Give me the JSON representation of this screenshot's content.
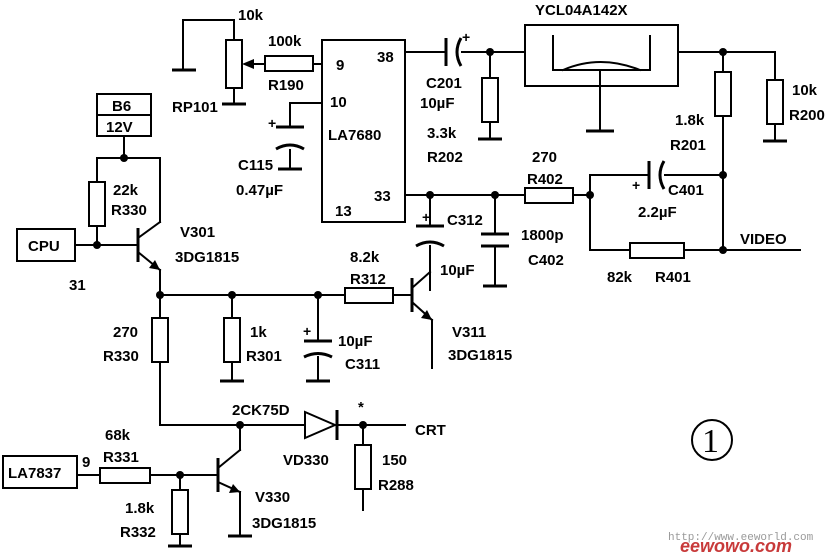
{
  "labels": {
    "b6": "B6",
    "v12": "12V",
    "r330_val": "22k",
    "r330_name": "R330",
    "cpu": "CPU",
    "pin31": "31",
    "v301": "V301",
    "t3dg_301": "3DG1815",
    "rp101_val": "10k",
    "rp101_name": "RP101",
    "r190_val": "100k",
    "r190_name": "R190",
    "ic_name": "LA7680",
    "pin9": "9",
    "pin10": "10",
    "pin13": "13",
    "pin38": "38",
    "pin33": "33",
    "c115_name": "C115",
    "c115_val": "0.47µF",
    "c201_name": "C201",
    "c201_val": "10µF",
    "r202_val": "3.3k",
    "r202_name": "R202",
    "filter_name": "YCL04A142X",
    "r200_val": "10k",
    "r200_name": "R200",
    "r201_val": "1.8k",
    "r201_name": "R201",
    "r402_val": "270",
    "r402_name": "R402",
    "c401_name": "C401",
    "c401_val": "2.2µF",
    "c312_name": "C312",
    "c312_val": "10µF",
    "c402_val": "1800p",
    "c402_name": "C402",
    "r401_val": "82k",
    "r401_name": "R401",
    "video": "VIDEO",
    "r312_val": "8.2k",
    "r312_name": "R312",
    "v311": "V311",
    "t3dg_311": "3DG1815",
    "r330b_val": "270",
    "r330b_name": "R330",
    "r301_val": "1k",
    "r301_name": "R301",
    "c311_val": "10µF",
    "c311_name": "C311",
    "diode_type": "2CK75D",
    "star": "*",
    "crt": "CRT",
    "vd330": "VD330",
    "r288_val": "150",
    "r288_name": "R288",
    "la7837": "LA7837",
    "pin9b": "9",
    "r331_val": "68k",
    "r331_name": "R331",
    "r332_val": "1.8k",
    "r332_name": "R332",
    "v330": "V330",
    "t3dg_330": "3DG1815",
    "figure_number": "1",
    "watermark_url": "http://www.eeworld.com",
    "watermark_logo": "eewowo.com"
  }
}
